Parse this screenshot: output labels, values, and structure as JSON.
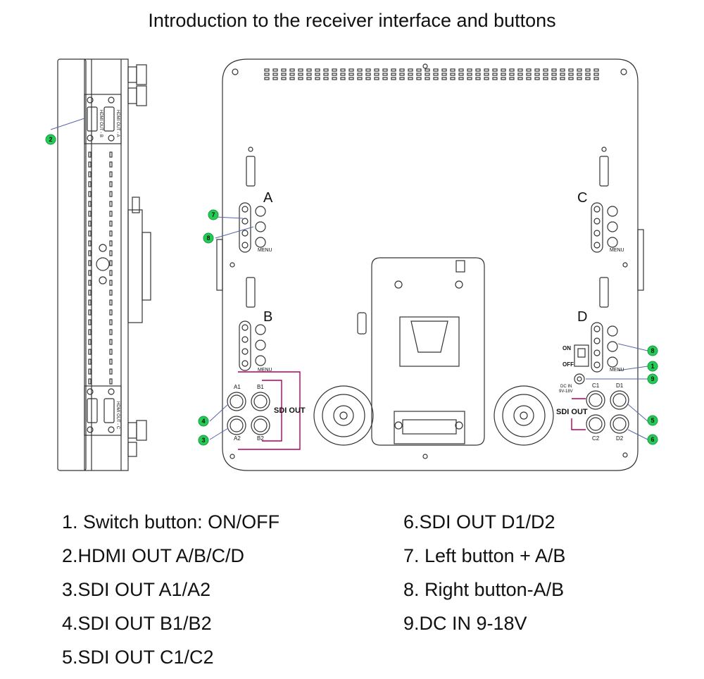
{
  "title": "Introduction to the receiver interface and buttons",
  "panels": {
    "a": "A",
    "b": "B",
    "c": "C",
    "d": "D"
  },
  "panel_labels": {
    "menu": "MENU",
    "sdi_out": "SDI OUT",
    "on": "ON",
    "off": "OFF",
    "dc_in": "DC IN",
    "dc_range": "9V-18V",
    "hdmi_out_a": "HDMI OUT - A",
    "hdmi_out_b": "HDMI OUT - B",
    "hdmi_out_c": "HDMI OUT - C"
  },
  "ports": {
    "a1": "A1",
    "a2": "A2",
    "b1": "B1",
    "b2": "B2",
    "c1": "C1",
    "c2": "C2",
    "d1": "D1",
    "d2": "D2"
  },
  "markers": [
    "1",
    "2",
    "3",
    "4",
    "5",
    "6",
    "7",
    "8",
    "9"
  ],
  "marker_color": "#22cc55",
  "callout_line_color": "#b0005a",
  "legend_left": [
    "1. Switch button: ON/OFF",
    "2.HDMI OUT A/B/C/D",
    "3.SDI OUT A1/A2",
    "4.SDI OUT B1/B2",
    "5.SDI OUT C1/C2"
  ],
  "legend_right": [
    "6.SDI OUT D1/D2",
    "7. Left button + A/B",
    "8. Right button-A/B",
    "9.DC IN 9-18V"
  ]
}
